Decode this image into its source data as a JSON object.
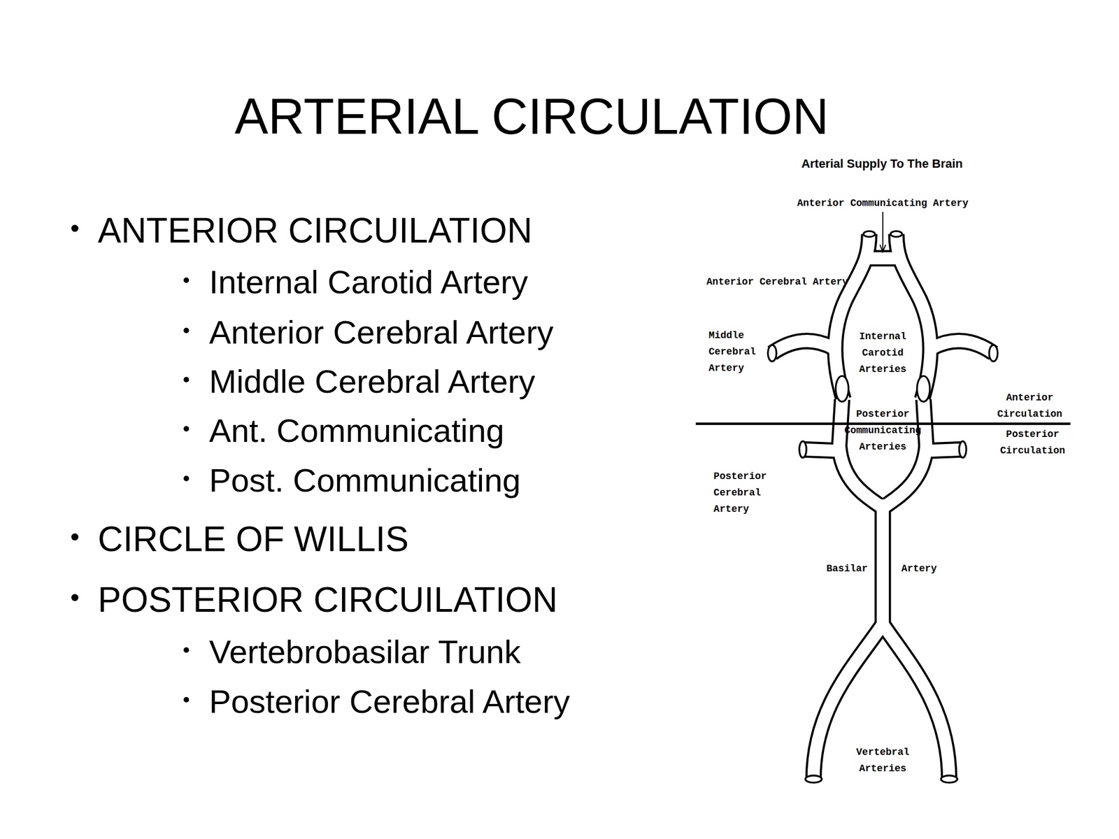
{
  "diagram": {
    "title": "ARTERIAL CIRCULATION",
    "labels": [
      "ANTERIOR CIRCUILATION",
      "Internal Carotid Artery",
      "Anterior Cerebral Artery",
      "Middle Cerebral Artery",
      "Ant. Communicating",
      "Post. Communicating",
      "CIRCLE OF WILLIS",
      "POSTERIOR CIRCUILATION",
      "Vertebrobasilar Trunk",
      "Posterior Cerebral Artery",
      "Arterial Supply To The Brain",
      "Anterior Communicating Artery",
      "Anterior Cerebral Artery",
      "Middle Cerebral Artery",
      "Internal Carotid Arteries",
      "Anterior Circulation",
      "Posterior Circulation",
      "Posterior Communicating Arteries",
      "Posterior Cerebral Artery",
      "Basilar",
      "Artery",
      "Vertebral Arteries"
    ]
  }
}
